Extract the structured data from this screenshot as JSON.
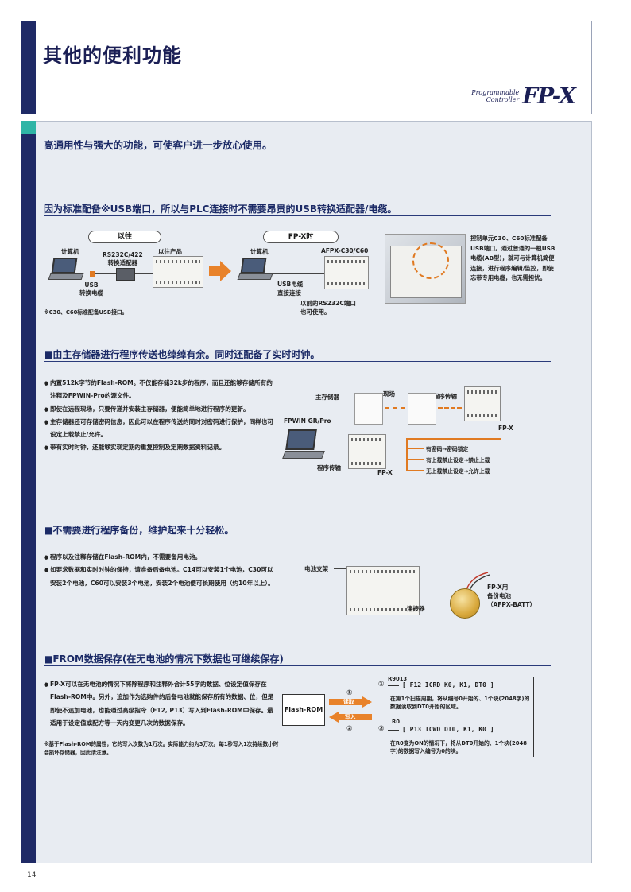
{
  "header": {
    "title": "其他的便利功能",
    "brand_small_1": "Programmable",
    "brand_small_2": "Controller",
    "brand_big": "FP-X"
  },
  "intro": "高通用性与强大的功能，可使客户进一步放心使用。",
  "section_usb": {
    "heading": "因为标准配备※USB端口，所以与PLC连接时不需要昂贵的USB转换适配器/电缆。",
    "old_label": "以往",
    "new_label": "FP-X时",
    "pc_old": "计算机",
    "converter": "RS232C/422\n转换适配器",
    "old_product": "以往产品",
    "usb_cable": "USB\n转换电缆",
    "pc_new": "计算机",
    "model": "AFPX-C30/C60",
    "direct": "USB电缆\n直接连接",
    "rs232c_note": "以前的RS232C端口\n也可使用。",
    "footnote": "※C30、C60标准配备USB接口。",
    "description": "控制单元C30、C60标准配备USB端口。通过普通的一根USB电缆(AB型)，就可与计算机简便连接，进行程序编辑/监控，即使忘带专用电缆，也无需担忧。"
  },
  "section_memory": {
    "heading": "■由主存储器进行程序传送也绰绰有余。同时还配备了实时时钟。",
    "bullets": [
      "内置512k字节的Flash-ROM。不仅能存储32k步的程序，而且还能够存储所有的注释及FPWIN-Pro的源文件。",
      "即使在远程现场，只要传递并安装主存储器，便能简单地进行程序的更新。",
      "主存储器还可存储密码信息，因此可以在程序传送的同时对密码进行保护，同样也可设定上载禁止/允许。",
      "带有实时时钟，还能够实现定期的重复控制及定期数据资料记录。"
    ],
    "labels": {
      "main_memory": "主存储器",
      "site": "现场",
      "transfer_top": "程序传输",
      "software": "FPWIN GR/Pro",
      "transfer_bottom": "程序传输",
      "fpx_right": "FP-X",
      "fpx_bottom": "FP-X"
    },
    "branches": [
      "有密码→密码锁定",
      "有上载禁止设定→禁止上载",
      "无上载禁止设定→允许上载"
    ]
  },
  "section_backup": {
    "heading": "■不需要进行程序备份，维护起来十分轻松。",
    "bullets": [
      "程序以及注释存储在Flash-ROM内，不需要备用电池。",
      "如要求数据和实时时钟的保持，请准备后备电池。C14可以安装1个电池，C30可以安装2个电池，C60可以安装3个电池，安装2个电池便可长期使用（约10年以上）。"
    ],
    "battery_holder": "电池支架",
    "connector": "连接器",
    "battery_label": "FP-X用\n备份电池\n（AFPX-BATT）"
  },
  "section_from": {
    "heading": "■FROM数据保存(在无电池的情况下数据也可继续保存)",
    "bullets": [
      "FP-X可以在无电池的情况下将除程序和注释外合计55字的数据、位设定值保存在Flash-ROM中。另外，追加作为选购件的后备电池就能保存所有的数据、位，但是即使不追加电池，也能通过高级指令（F12, P13）写入到Flash-ROM中保存。最适用于设定值或配方等一天内变更几次的数据保存。"
    ],
    "note": "※基于Flash-ROM的属性，它的写入次数为1万次。实际能力约为3万次。每1秒写入1次持续数小时会损坏存储器，因此请注意。",
    "flash_label": "Flash-ROM",
    "read_label": "读取",
    "write_label": "写入",
    "circle1": "①",
    "circle2": "②",
    "r9013": "R9013",
    "instr1": "F12  ICRD  K0,  K1,  DT0",
    "desc1": "在第1个扫描周期，将从编号0开始的、1个块(2048字)的数据读取到DT0开始的区域。",
    "r0": "R0",
    "instr2": "P13  ICWD  DT0,  K1,  K0",
    "desc2": "在R0变为ON的情况下，将从DT0开始的、1个块(2048字)的数据写入编号为0的块。"
  },
  "page_number": "14",
  "colors": {
    "navy": "#1f2a66",
    "accent": "#2fb5a6",
    "orange": "#e07a22"
  }
}
